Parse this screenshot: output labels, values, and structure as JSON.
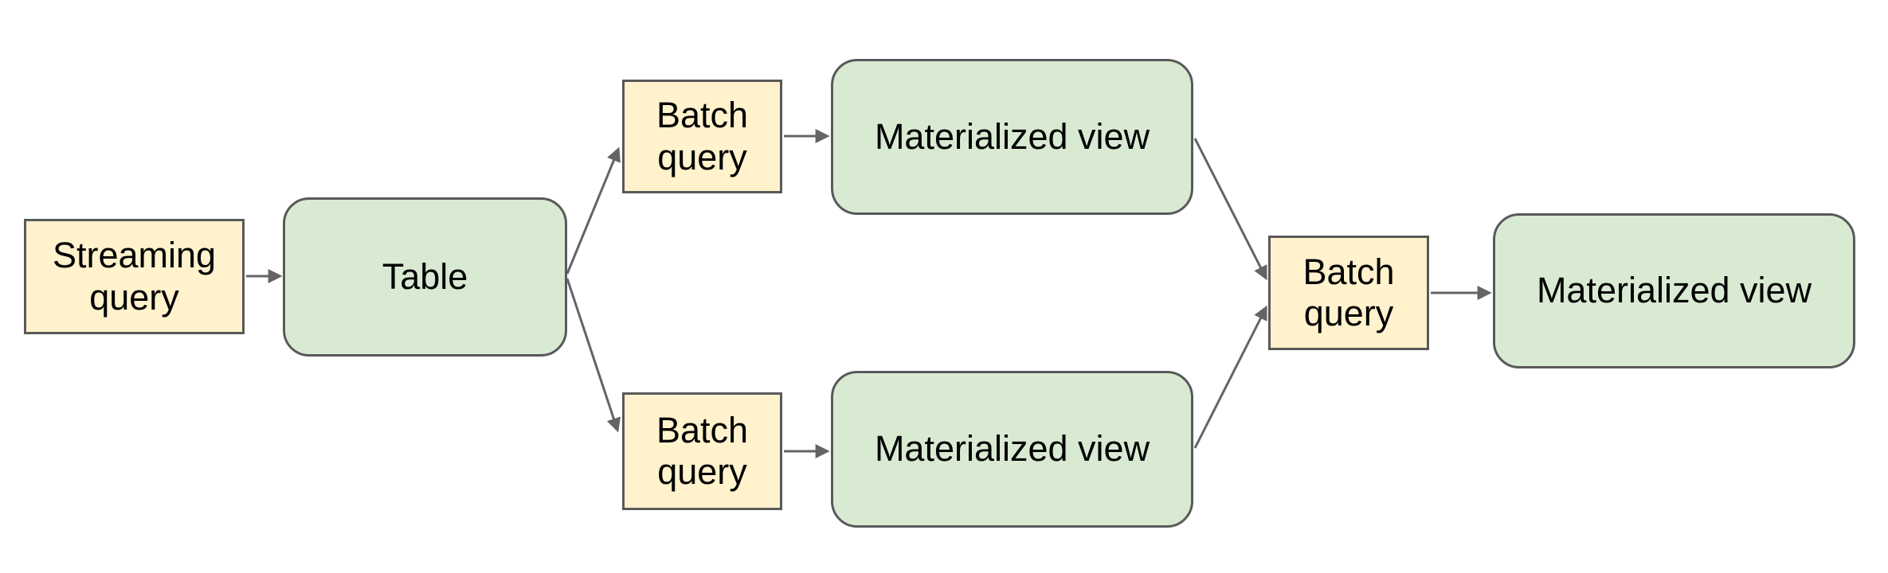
{
  "diagram": {
    "nodes": [
      {
        "id": "streaming-query",
        "label": "Streaming query",
        "kind": "query"
      },
      {
        "id": "table",
        "label": "Table",
        "kind": "data"
      },
      {
        "id": "batch-query-top",
        "label": "Batch query",
        "kind": "query"
      },
      {
        "id": "materialized-view-top",
        "label": "Materialized view",
        "kind": "data"
      },
      {
        "id": "batch-query-bottom",
        "label": "Batch query",
        "kind": "query"
      },
      {
        "id": "materialized-view-bottom",
        "label": "Materialized view",
        "kind": "data"
      },
      {
        "id": "batch-query-right",
        "label": "Batch query",
        "kind": "query"
      },
      {
        "id": "materialized-view-right",
        "label": "Materialized view",
        "kind": "data"
      }
    ],
    "edges": [
      {
        "from": "streaming-query",
        "to": "table"
      },
      {
        "from": "table",
        "to": "batch-query-top"
      },
      {
        "from": "table",
        "to": "batch-query-bottom"
      },
      {
        "from": "batch-query-top",
        "to": "materialized-view-top"
      },
      {
        "from": "batch-query-bottom",
        "to": "materialized-view-bottom"
      },
      {
        "from": "materialized-view-top",
        "to": "batch-query-right"
      },
      {
        "from": "materialized-view-bottom",
        "to": "batch-query-right"
      },
      {
        "from": "batch-query-right",
        "to": "materialized-view-right"
      }
    ],
    "colors": {
      "background": "#ffffff",
      "query_node_fill": "#fff2cc",
      "data_node_fill": "#d9ead3",
      "node_border": "#595959",
      "arrow": "#646464",
      "text": "#000000"
    }
  }
}
